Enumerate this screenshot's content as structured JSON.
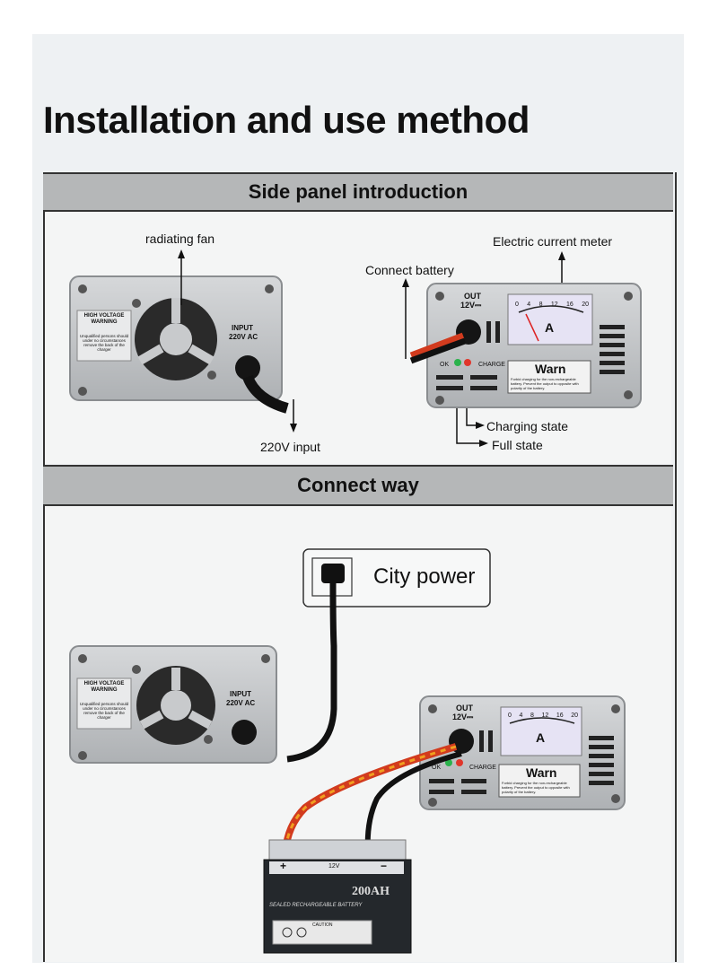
{
  "page_title": "Installation and use method",
  "sections": {
    "side_panel": {
      "header": "Side panel introduction",
      "labels": {
        "fan": "radiating fan",
        "input": "220V input",
        "battery": "Connect  battery",
        "meter": "Electric current meter",
        "charging": "Charging state",
        "full": "Full state"
      }
    },
    "connect": {
      "header": "Connect way",
      "city_power": "City power"
    }
  },
  "device_left": {
    "warning_title": "HIGH VOLTAGE WARNING",
    "warning_text": "Unqualified persons should under no circumstances remove the back of the charger",
    "input_line1": "INPUT",
    "input_line2": "220V AC"
  },
  "device_right": {
    "out_line1": "OUT",
    "out_line2": "12V⎓",
    "meter_letter": "A",
    "meter_scale": [
      "0",
      "4",
      "8",
      "12",
      "16",
      "20"
    ],
    "led_ok": "OK",
    "led_charge": "CHARGE",
    "warn_title": "Warn",
    "warn_text": "Forbid charging for the non-rechargeable battery. Prevent the output to opposite with polarity of the battery."
  },
  "battery": {
    "voltage": "12V",
    "capacity": "200AH",
    "type": "SEALED RECHARGEABLE BATTERY",
    "caution": "CAUTION",
    "plus": "+",
    "minus": "−"
  },
  "colors": {
    "header_bg": "#b5b7b8",
    "panel_bg": "#f4f5f5",
    "device_body": "#c6c8ca",
    "meter_face": "#e6e3f4",
    "cable_red": "#d23b1e",
    "cable_orange": "#f0a020",
    "led_green": "#2bb24c",
    "led_red": "#e0362b"
  }
}
